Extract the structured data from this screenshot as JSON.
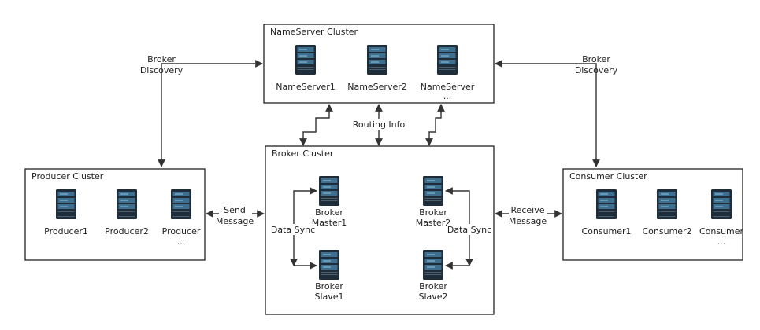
{
  "clusters": {
    "nameserver": {
      "title": "NameServer Cluster",
      "servers": [
        "NameServer1",
        "NameServer2",
        "NameServer"
      ],
      "ellipsis": "..."
    },
    "broker": {
      "title": "Broker Cluster",
      "master1": [
        "Broker",
        "Master1"
      ],
      "master2": [
        "Broker",
        "Master2"
      ],
      "slave1": [
        "Broker",
        "Slave1"
      ],
      "slave2": [
        "Broker",
        "Slave2"
      ]
    },
    "producer": {
      "title": "Producer Cluster",
      "servers": [
        "Producer1",
        "Producer2",
        "Producer"
      ],
      "ellipsis": "..."
    },
    "consumer": {
      "title": "Consumer Cluster",
      "servers": [
        "Consumer1",
        "Consumer2",
        "Consumer"
      ],
      "ellipsis": "..."
    }
  },
  "edges": {
    "broker_discovery_left": [
      "Broker",
      "Discovery"
    ],
    "broker_discovery_right": [
      "Broker",
      "Discovery"
    ],
    "routing_info": "Routing Info",
    "send_message": [
      "Send",
      "Message"
    ],
    "receive_message": [
      "Receive",
      "Message"
    ],
    "data_sync_left": "Data Sync",
    "data_sync_right": "Data Sync"
  },
  "icon": "server-icon",
  "colors": {
    "server_body": "#1f2d3a",
    "server_panel": "#3f6f8f",
    "server_line": "#8fc3de",
    "line": "#333333"
  }
}
